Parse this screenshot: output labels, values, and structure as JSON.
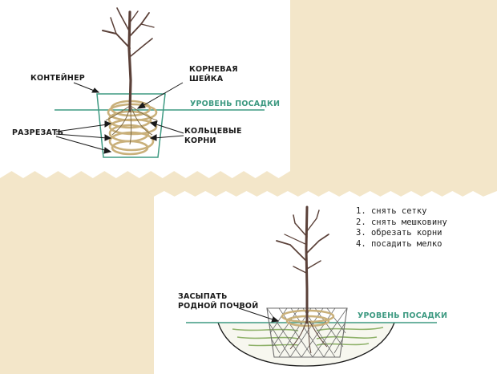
{
  "top_panel": {
    "label_container": "КОНТЕЙНЕР",
    "label_root_collar_line1": "КОРНЕВАЯ",
    "label_root_collar_line2": "ШЕЙКА",
    "label_planting_level": "УРОВЕНЬ ПОСАДКИ",
    "label_cut": "РАЗРЕЗАТЬ",
    "label_circling_roots_line1": "КОЛЬЦЕВЫЕ",
    "label_circling_roots_line2": "КОРНИ"
  },
  "bottom_panel": {
    "steps": [
      "1. снять сетку",
      "2. снять мешковину",
      "3. обрезать корни",
      "4. посадить мелко"
    ],
    "label_backfill_line1": "ЗАСЫПАТЬ",
    "label_backfill_line2": "РОДНОЙ ПОЧВОЙ",
    "label_planting_level": "УРОВЕНЬ ПОСАДКИ"
  },
  "colors": {
    "background": "#f3e6c9",
    "panel": "#ffffff",
    "ground_line": "#3e9a82",
    "roots": "#c9b07a",
    "tree": "#5a4038",
    "outline": "#1a1a1a"
  }
}
